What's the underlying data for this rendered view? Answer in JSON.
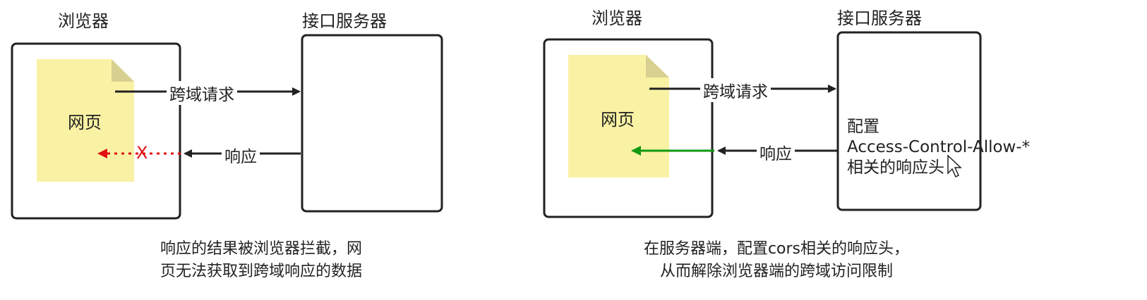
{
  "left": {
    "browser_title": "浏览器",
    "server_title": "接口服务器",
    "page_label": "网页",
    "request_label": "跨域请求",
    "response_label": "响应",
    "blocked_mark": "X",
    "caption_line1": "响应的结果被浏览器拦截，网",
    "caption_line2": "页无法获取到跨域响应的数据"
  },
  "right": {
    "browser_title": "浏览器",
    "server_title": "接口服务器",
    "page_label": "网页",
    "request_label": "跨域请求",
    "response_label": "响应",
    "config_line1": "配置",
    "config_line2": "Access-Control-Allow-*",
    "config_line3": "相关的响应头",
    "caption_line1": "在服务器端，配置cors相关的响应头，",
    "caption_line2": "从而解除浏览器端的跨域访问限制"
  },
  "colors": {
    "page_fill": "#f9f2a4",
    "page_fold": "#d8d090",
    "box_stroke": "#222222",
    "blocked": "#e01010",
    "allowed": "#119911"
  }
}
